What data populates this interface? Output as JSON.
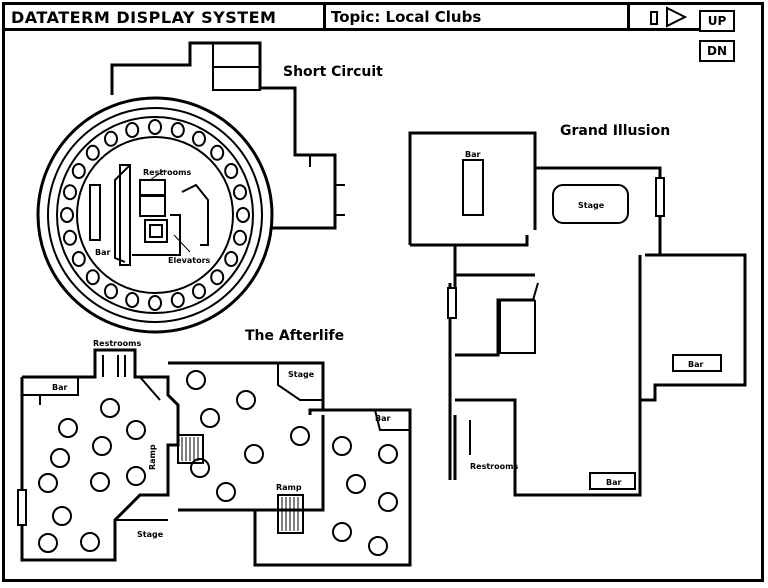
{
  "window": {
    "title": "DATATERM DISPLAY SYSTEM",
    "topic": "Topic: Local Clubs",
    "up_label": "UP",
    "dn_label": "DN"
  },
  "map": {
    "short_circuit": {
      "name": "Short Circuit",
      "restrooms": "Restrooms",
      "bar": "Bar",
      "elevators": "Elevators"
    },
    "grand_illusion": {
      "name": "Grand Illusion",
      "bar_top": "Bar",
      "stage": "Stage",
      "bar_right": "Bar",
      "restrooms": "Restrooms",
      "bar_bottom": "Bar"
    },
    "afterlife": {
      "name": "The Afterlife",
      "restrooms": "Restrooms",
      "bar_left": "Bar",
      "stage_top": "Stage",
      "bar_right": "Bar",
      "ramp_left": "Ramp",
      "ramp_center": "Ramp",
      "stage_bottom": "Stage"
    }
  }
}
